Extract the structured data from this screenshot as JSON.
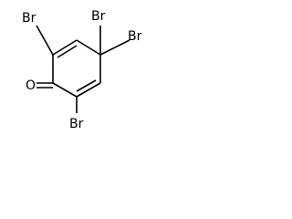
{
  "molecule": {
    "atoms": {
      "br_top_left": "Br",
      "br_top_right_a": "Br",
      "br_top_right_b": "Br",
      "br_bottom_right": "Br",
      "oxygen": "O"
    },
    "colors": {
      "bond": "#000000",
      "label": "#000000",
      "background": "#ffffff"
    }
  }
}
